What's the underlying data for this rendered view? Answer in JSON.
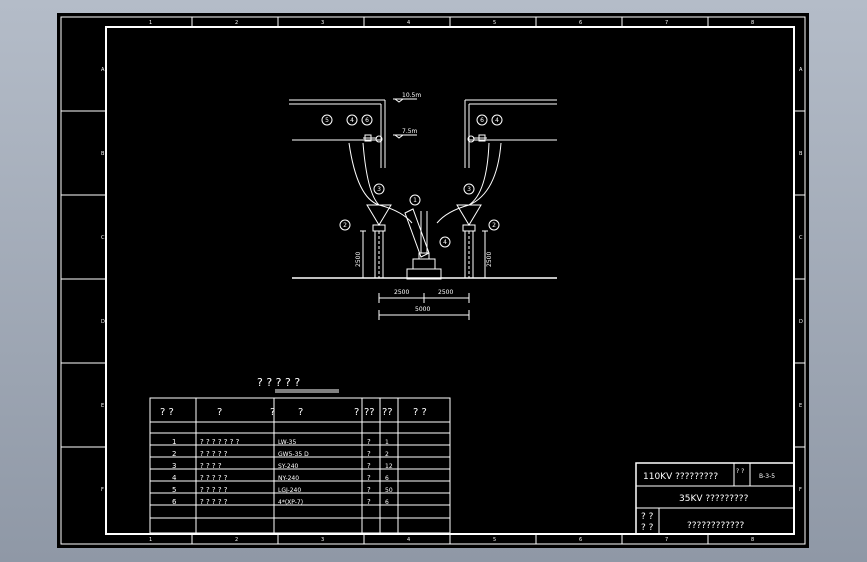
{
  "sheet": {
    "col_labels": [
      "1",
      "2",
      "3",
      "4",
      "5",
      "6",
      "7",
      "8"
    ],
    "row_labels": [
      "A",
      "B",
      "C",
      "D",
      "E",
      "F"
    ]
  },
  "drawing": {
    "elev_top": "10.5m",
    "elev_mid": "7.5m",
    "h_left": "2500",
    "h_right": "2500",
    "dim_a": "2500",
    "dim_b": "2500",
    "dim_total": "5000",
    "b1": "1",
    "b2": "2",
    "b3": "3",
    "b4": "4",
    "b5": "5",
    "b6": "6"
  },
  "table": {
    "title": "? ? ? ? ?",
    "headers": [
      "? ?",
      "?",
      "?",
      "?",
      "??",
      "??",
      "? ?"
    ],
    "rows": [
      {
        "no": "1",
        "name": "? ? ? ? ? ? ?",
        "model": "LW-35",
        "q": "?",
        "qty": "1"
      },
      {
        "no": "2",
        "name": "?  ?  ?  ?  ?",
        "model": "GW5-35 D",
        "q": "?",
        "qty": "2"
      },
      {
        "no": "3",
        "name": "?  ?  ?  ?",
        "model": "SY-240",
        "q": "?",
        "qty": "12"
      },
      {
        "no": "4",
        "name": "?  ?  ?  ?  ?",
        "model": "NY-240",
        "q": "?",
        "qty": "6"
      },
      {
        "no": "5",
        "name": "?  ?  ?  ?  ?",
        "model": "LGJ-240",
        "q": "?",
        "qty": "50"
      },
      {
        "no": "6",
        "name": "?  ?  ?  ?  ?",
        "model": "4*(XP-7)",
        "q": "?",
        "qty": "6"
      }
    ]
  },
  "title_block": {
    "project": "110KV ?????????",
    "code_q": "? ?",
    "code": "B-3-5",
    "drawing_title": "35KV ?????????",
    "sign_a": "? ?",
    "sign_b": "? ?",
    "footer": "????????????"
  }
}
